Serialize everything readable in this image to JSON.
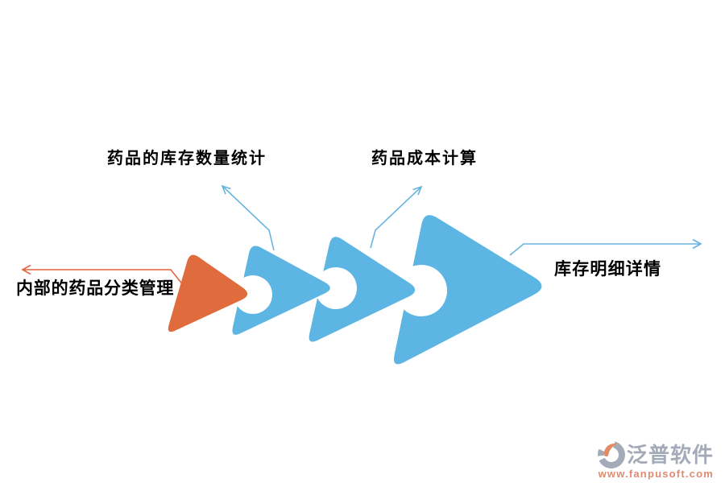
{
  "colors": {
    "canvas": "#ffffff",
    "step_orange": "#E06B3C",
    "step_blue": "#5DB5E4",
    "connector_blue": "#66B4E0",
    "connector_red": "#E2643E",
    "label_text": "#000000",
    "brand_gray": "#A4ABB8",
    "brand_salmon": "#E08B72",
    "logo_orange": "#E58B64"
  },
  "diagram": {
    "steps": [
      {
        "label": "内部的药品分类管理"
      },
      {
        "label": "药品的库存数量统计"
      },
      {
        "label": "药品成本计算"
      },
      {
        "label": "库存明细详情"
      }
    ]
  },
  "watermark": {
    "brand": "泛普软件",
    "url": "www.fanpusoft.com"
  }
}
